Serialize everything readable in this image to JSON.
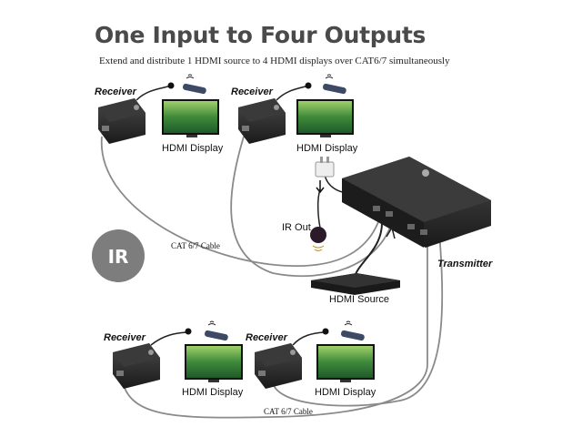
{
  "header": {
    "title": "One Input to Four Outputs",
    "subtitle": "Extend and distribute 1 HDMI source to 4 HDMI displays over CAT6/7 simultaneously"
  },
  "labels": {
    "receiver": "Receiver",
    "hdmi_display": "HDMI Display",
    "transmitter": "Transmitter",
    "hdmi_source": "HDMI Source",
    "ir_out": "IR Out",
    "cable": "CAT 6/7 Cable",
    "ir_badge": "IR"
  },
  "colors": {
    "device": "#2b2b2b",
    "cable": "#8a8a8a",
    "ir_badge": "#7d7d7d",
    "screen_green": "#3f8a3a"
  },
  "icons": [
    "remote-icon",
    "ir-signal-icon",
    "power-adapter-icon",
    "ir-sensor-icon"
  ]
}
